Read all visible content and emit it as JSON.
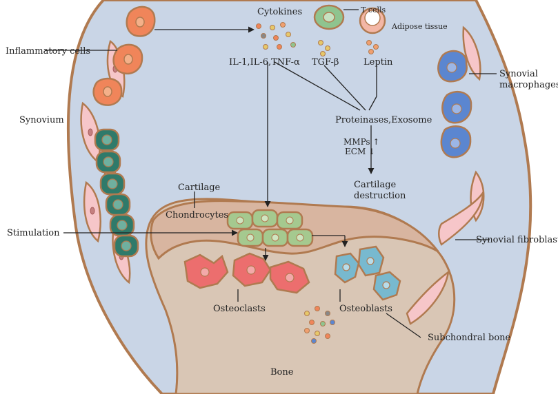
{
  "labels": {
    "inflammatory_cells": "Inflammatory cells",
    "synovium": "Synovium",
    "stimulation": "Stimulation",
    "cytokines": "Cytokines",
    "t_cells": "T cells",
    "adipose_tissue": "Adipose tissue",
    "il_group": "IL-1,IL-6,TNF-α",
    "tgf_beta": "TGF-β",
    "leptin": "Leptin",
    "proteinases": "Proteinases,Exosome",
    "mmps": "MMPs ↑",
    "ecm": "ECM ↓",
    "cartilage_destruction_1": "Cartilage",
    "cartilage_destruction_2": "destruction",
    "synovial_macrophages_1": "Synovial",
    "synovial_macrophages_2": "macrophages",
    "synovial_fibroblasts": "Synovial fibroblasts",
    "cartilage": "Cartilage",
    "chondrocytes": "Chondrocytes",
    "osteoclasts": "Osteoclasts",
    "osteoblasts": "Osteoblasts",
    "subchondral_bone": "Subchondral bone",
    "bone": "Bone"
  },
  "colors": {
    "joint_fluid": "#c9d5e6",
    "capsule_outline": "#b07a50",
    "bone_fill": "#d9c6b5",
    "cartilage_fill": "#d8b5a0",
    "inflammatory_cell": "#f0855a",
    "t_cell": "#8fc48f",
    "macrophage": "#5b86d0",
    "synoviocyte": "#2f7a6a",
    "fibroblast": "#f6c6c9",
    "chondrocyte": "#a5c98f",
    "osteoclast": "#ec6e6e",
    "osteoblast": "#78b9cf"
  }
}
